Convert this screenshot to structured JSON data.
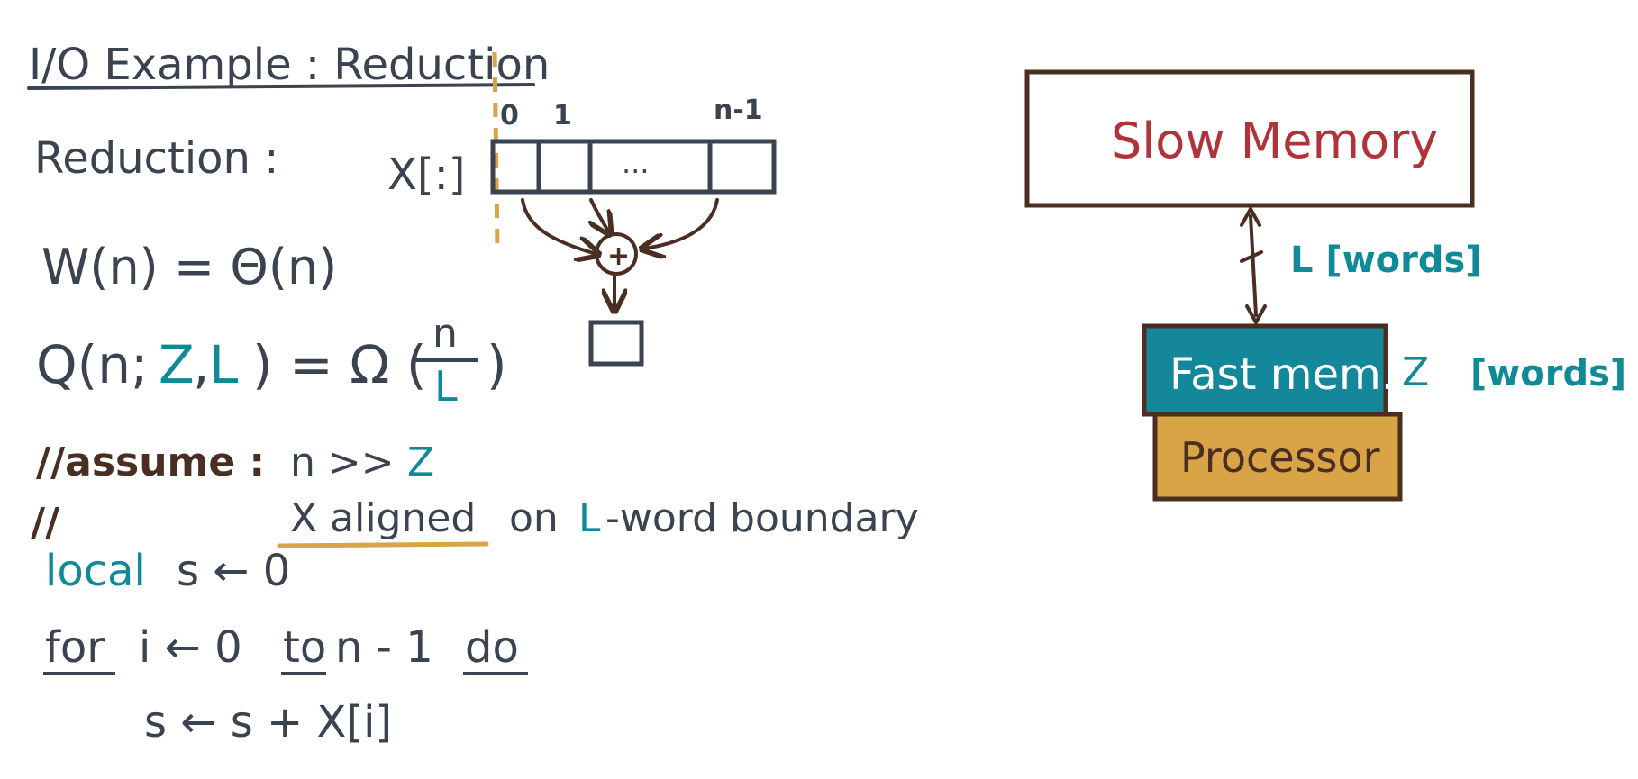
{
  "title": "I/O Example : Reduction",
  "reduction_label": "Reduction :",
  "array": {
    "name": "X[:]",
    "index_first": "0",
    "index_second": "1",
    "index_last": "n-1",
    "ellipsis": "...",
    "plus": "+"
  },
  "formulas": {
    "work": "W(n) = Θ(n)",
    "q_prefix": "Q(n;",
    "q_z": "Z",
    "q_comma": ",",
    "q_l": "L",
    "q_mid": ") = Ω (",
    "q_num": "n",
    "q_den": "L",
    "q_close": ")"
  },
  "assumptions": {
    "line1_prefix": "//assume :",
    "line1_expr": "n >>",
    "line1_z": "Z",
    "line2_prefix": "//",
    "line2_aligned": "X aligned",
    "line2_on": "on",
    "line2_l": "L",
    "line2_rest": "-word boundary"
  },
  "code": {
    "line1_kw": "local",
    "line1_rest": "s ← 0",
    "line2_for": "for",
    "line2_mid": "i ← 0",
    "line2_to": "to",
    "line2_range": "n - 1",
    "line2_do": "do",
    "line3": "s ← s + X[i]"
  },
  "memory_model": {
    "slow_memory": "Slow Memory",
    "transfer_label": "L [words]",
    "fast_memory": "Fast mem.",
    "fast_size_z": "Z",
    "fast_size_unit": "[words]",
    "processor": "Processor"
  },
  "colors": {
    "slate": "#3b4250",
    "brown": "#4a2e22",
    "teal": "#0f8a96",
    "gold": "#d8a445",
    "red": "#b0333a"
  }
}
